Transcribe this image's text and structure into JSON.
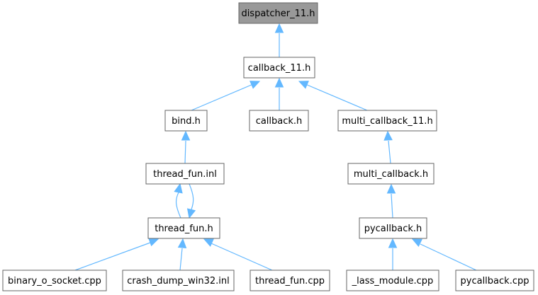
{
  "diagram": {
    "colors": {
      "edge": "#63b8ff",
      "node_border": "#666666",
      "node_fill": "#ffffff",
      "root_fill": "#999999",
      "text": "#000000"
    },
    "nodes": {
      "dispatcher_11": "dispatcher_11.h",
      "callback_11": "callback_11.h",
      "bind": "bind.h",
      "callback": "callback.h",
      "multi_callback_11": "multi_callback_11.h",
      "thread_fun_inl": "thread_fun.inl",
      "multi_callback": "multi_callback.h",
      "thread_fun_h": "thread_fun.h",
      "pycallback_h": "pycallback.h",
      "binary_o_socket": "binary_o_socket.cpp",
      "crash_dump_win32": "crash_dump_win32.inl",
      "thread_fun_cpp": "thread_fun.cpp",
      "lass_module": "_lass_module.cpp",
      "pycallback_cpp": "pycallback.cpp"
    },
    "edges": [
      {
        "from": "callback_11",
        "to": "dispatcher_11"
      },
      {
        "from": "bind",
        "to": "callback_11"
      },
      {
        "from": "callback",
        "to": "callback_11"
      },
      {
        "from": "multi_callback_11",
        "to": "callback_11"
      },
      {
        "from": "thread_fun_inl",
        "to": "bind"
      },
      {
        "from": "multi_callback",
        "to": "multi_callback_11"
      },
      {
        "from": "thread_fun_h",
        "to": "thread_fun_inl"
      },
      {
        "from": "thread_fun_inl",
        "to": "thread_fun_h"
      },
      {
        "from": "pycallback_h",
        "to": "multi_callback"
      },
      {
        "from": "binary_o_socket",
        "to": "thread_fun_h"
      },
      {
        "from": "crash_dump_win32",
        "to": "thread_fun_h"
      },
      {
        "from": "thread_fun_cpp",
        "to": "thread_fun_h"
      },
      {
        "from": "lass_module",
        "to": "pycallback_h"
      },
      {
        "from": "pycallback_cpp",
        "to": "pycallback_h"
      }
    ]
  }
}
